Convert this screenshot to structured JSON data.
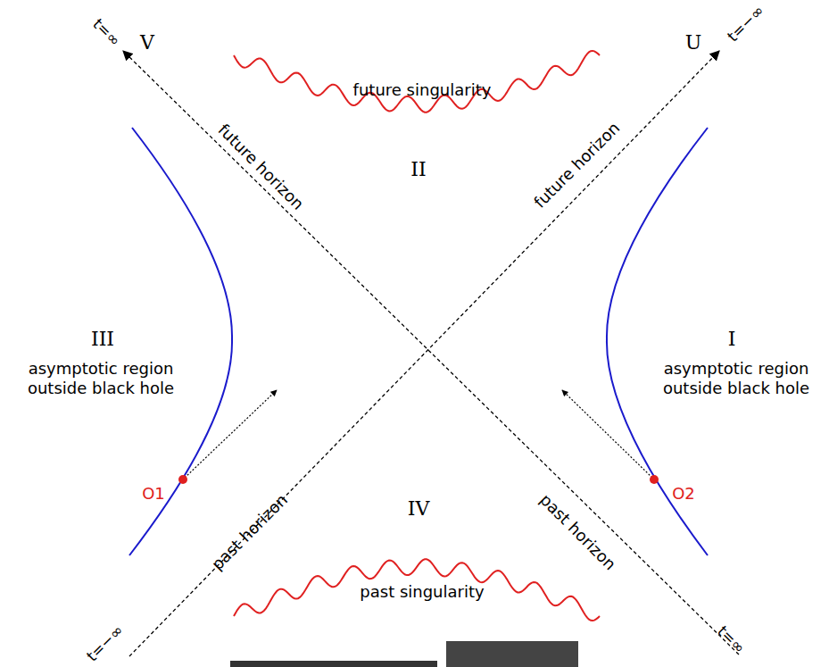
{
  "diagram": {
    "labels": [
      "t=∞",
      "V",
      "U",
      "t=−∞",
      "future singularity",
      "future horizon",
      "II",
      "future horizon",
      "III",
      "asymptotic region outside black hole",
      "I",
      "asymptotic region outside black hole",
      "O1",
      "O2",
      "IV",
      "past horizon",
      "past horizon",
      "past singularity",
      "t=−∞",
      "t=∞"
    ]
  }
}
